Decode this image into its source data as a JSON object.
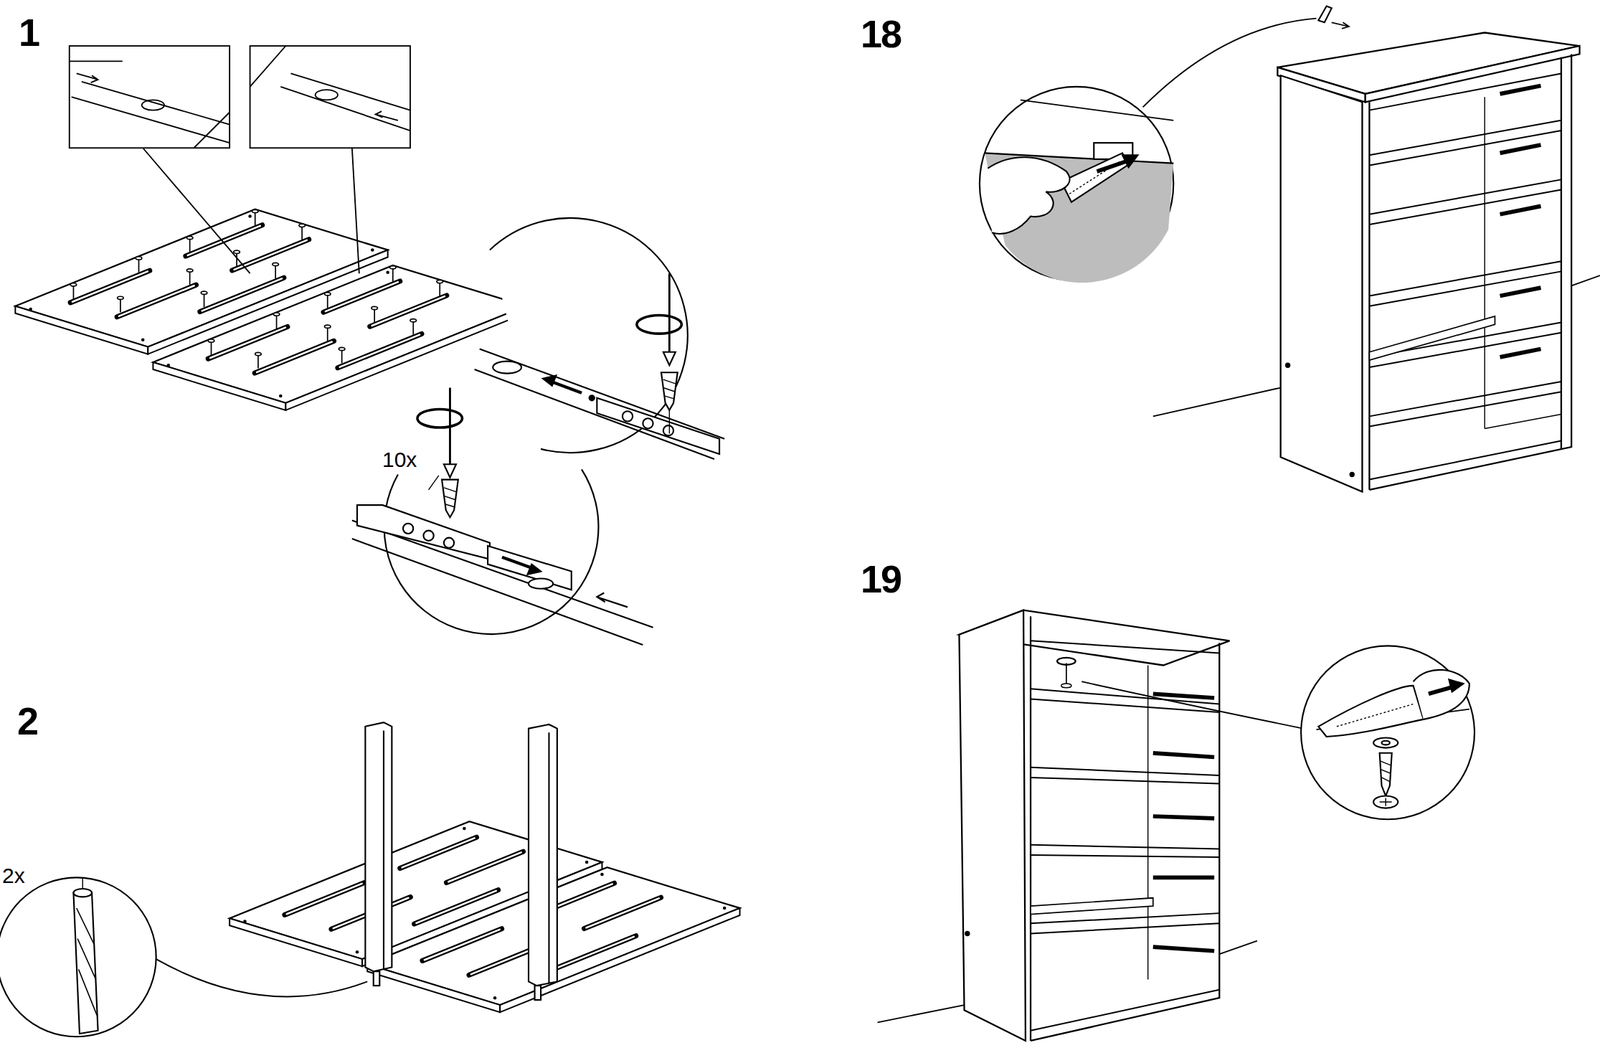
{
  "diagram": {
    "labels": [
      "1",
      "10x",
      "2",
      "2x",
      "18",
      "19"
    ]
  }
}
